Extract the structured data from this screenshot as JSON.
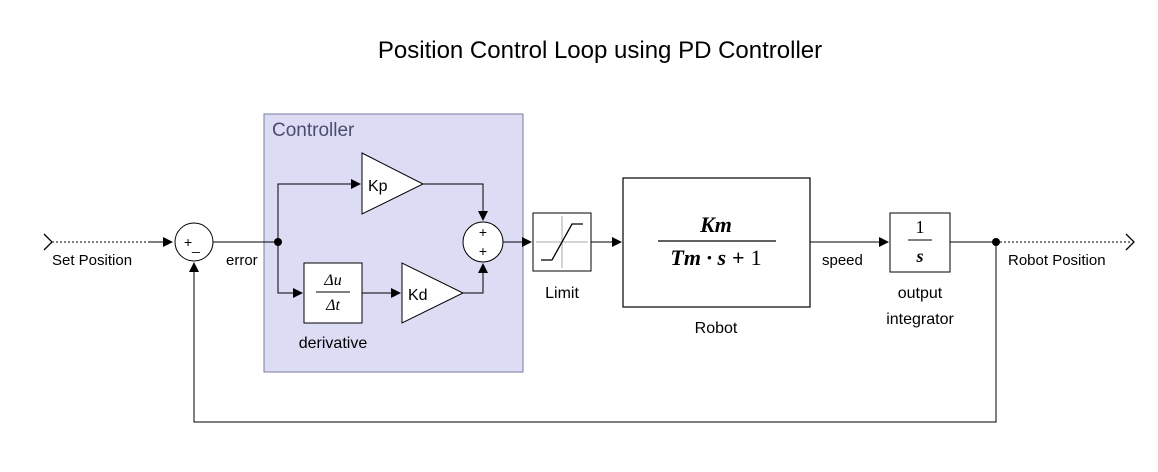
{
  "title": "Position Control Loop using PD Controller",
  "subsystem": {
    "label": "Controller"
  },
  "ports": {
    "input": "Set Position",
    "output": "Robot Position"
  },
  "blocks": {
    "sum1": {
      "signs": [
        "+",
        "_"
      ]
    },
    "kp": {
      "label": "Kp"
    },
    "kd": {
      "label": "Kd"
    },
    "derivative": {
      "num": "Δu",
      "den": "Δt",
      "caption": "derivative"
    },
    "sum2": {
      "signs": [
        "+",
        "+"
      ]
    },
    "limit": {
      "caption": "Limit"
    },
    "robot": {
      "num": "Km",
      "den_left": "Tm · s",
      "den_plus": "+",
      "den_one": "1",
      "caption": "Robot"
    },
    "integrator": {
      "num": "1",
      "den": "s",
      "caption_line1": "output",
      "caption_line2": "integrator"
    }
  },
  "signals": {
    "error": "error",
    "speed": "speed"
  },
  "colors": {
    "subsystem_fill": "#dcdcf5",
    "subsystem_border": "#7a7a9e",
    "subsystem_label": "#4c4c6e",
    "line": "#000000"
  }
}
